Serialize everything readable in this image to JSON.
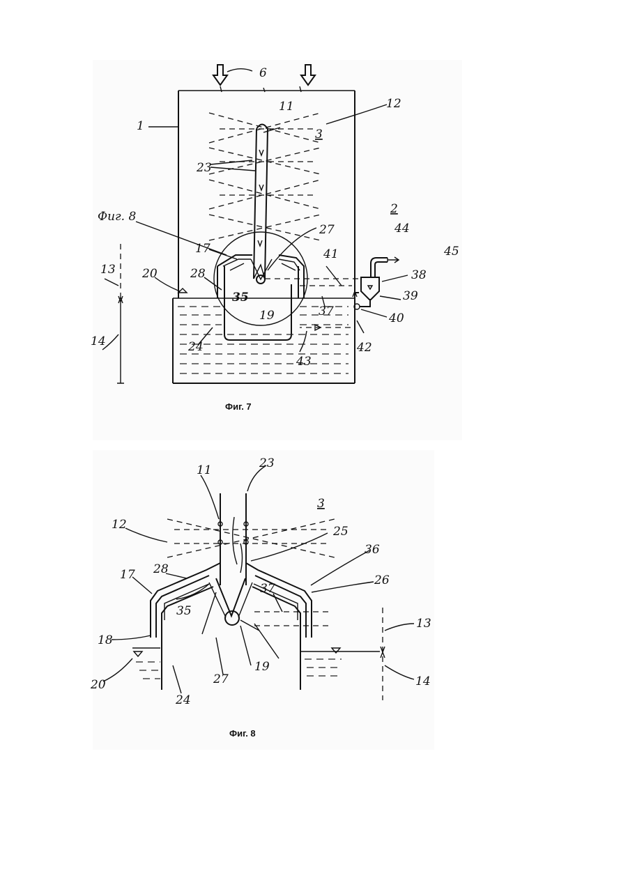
{
  "figures": [
    {
      "caption": "Фиг. 7",
      "labels": {
        "l1": "1",
        "l2": "2",
        "l3": "3",
        "l6": "6",
        "l11": "11",
        "l12": "12",
        "l13": "13",
        "l14": "14",
        "l17": "17",
        "l19": "19",
        "l20": "20",
        "l23": "23",
        "l24": "24",
        "l27": "27",
        "l28": "28",
        "l35": "35",
        "l37": "37",
        "l38": "38",
        "l39": "39",
        "l40": "40",
        "l41": "41",
        "l42": "42",
        "l43": "43",
        "l44": "44",
        "l45": "45",
        "ref": "Фиг. 8"
      }
    },
    {
      "caption": "Фиг. 8",
      "labels": {
        "l3": "3",
        "l11": "11",
        "l12": "12",
        "l13": "13",
        "l14": "14",
        "l17": "17",
        "l18": "18",
        "l19": "19",
        "l20": "20",
        "l23": "23",
        "l24": "24",
        "l25": "25",
        "l26": "26",
        "l27": "27",
        "l28": "28",
        "l35": "35",
        "l36": "36",
        "l37": "37"
      }
    }
  ]
}
